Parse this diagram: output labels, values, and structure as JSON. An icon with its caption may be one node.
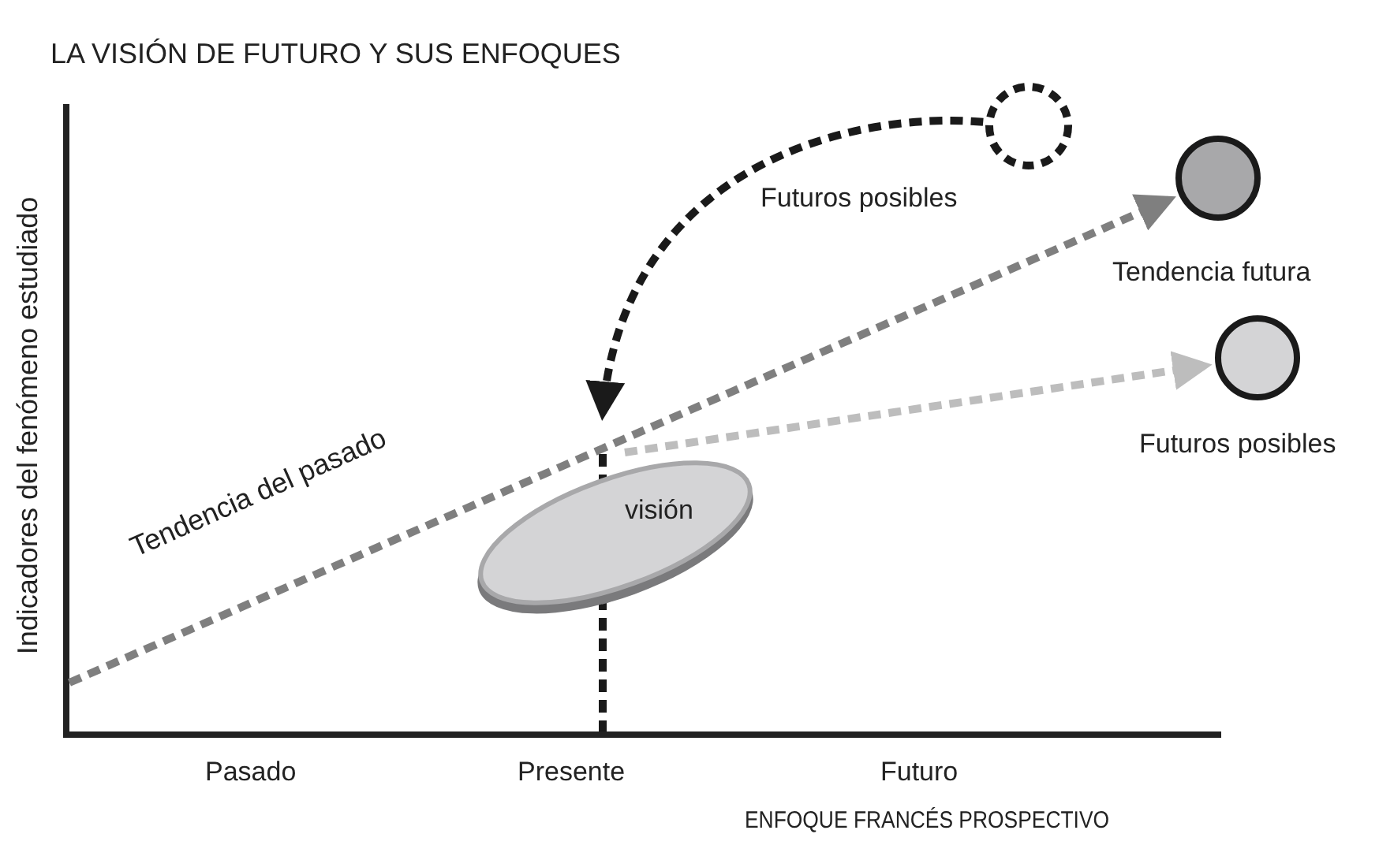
{
  "diagram": {
    "title": "LA VISIÓN DE FUTURO Y SUS ENFOQUES",
    "caption": "ENFOQUE FRANCÉS PROSPECTIVO",
    "nodes": [
      {
        "text": [],
        "shape": "circle",
        "beside": [
          "Futuros posibles"
        ]
      },
      {
        "text": [
          "visión"
        ]
      },
      {
        "text": [],
        "shape": "circle",
        "beside": [
          "Tendencia futura"
        ]
      },
      {
        "text": [],
        "shape": "circle",
        "beside": [
          "Futuros posibles"
        ]
      }
    ],
    "edges": [
      {
        "from": 0,
        "to": null,
        "arrow": "to",
        "style": "dashed",
        "color": "#1a1a1a"
      },
      {
        "from": null,
        "to": 2,
        "arrow": "to",
        "style": "dashed",
        "color": "#7f7f7f",
        "label": "Tendencia del pasado"
      },
      {
        "from": null,
        "to": 3,
        "arrow": "to",
        "style": "dashed",
        "color": "#bdbdbd"
      }
    ],
    "labels": [
      "Indicadores del fenómeno estudiado",
      "Pasado",
      "Presente",
      "Futuro"
    ]
  }
}
